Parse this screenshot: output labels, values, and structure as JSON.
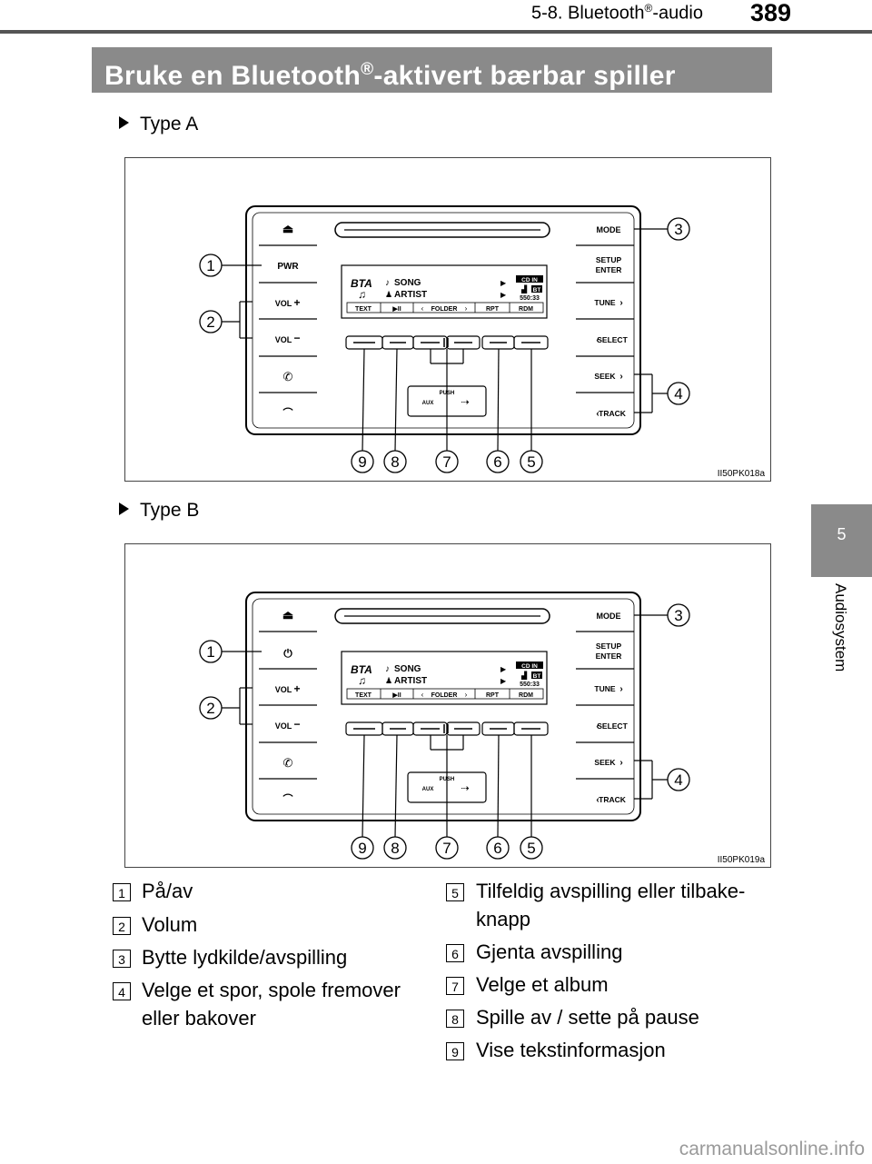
{
  "header": {
    "section": "5-8. Bluetooth",
    "section_sup": "®",
    "section_tail": "-audio",
    "page_number": "389"
  },
  "title": {
    "pre": "Bruke en Bluetooth",
    "sup": "®",
    "post": "-aktivert bærbar spiller"
  },
  "side_tab": {
    "number": "5",
    "label": "Audiosystem"
  },
  "figures": [
    {
      "type_label": "Type A",
      "power_label": "PWR",
      "code": "II50PK018a"
    },
    {
      "type_label": "Type B",
      "power_label": "",
      "code": "II50PK019a"
    }
  ],
  "unit": {
    "left_buttons": [
      "VOL",
      "VOL"
    ],
    "right_buttons": [
      "MODE",
      "SETUP",
      "ENTER",
      "TUNE",
      "SELECT",
      "SEEK",
      "TRACK"
    ],
    "display": {
      "bt": "BTA",
      "song": "SONG",
      "artist": "ARTIST",
      "cd_in": "CD IN",
      "bt_badge": "BT",
      "time": "550:33",
      "softkeys": [
        "TEXT",
        "▶II",
        "FOLDER",
        "RPT",
        "RDM"
      ]
    },
    "aux": {
      "push": "PUSH",
      "aux": "AUX"
    }
  },
  "callouts": [
    "1",
    "2",
    "3",
    "4",
    "5",
    "6",
    "7",
    "8",
    "9"
  ],
  "legend_left": [
    {
      "num": "1",
      "text": "På/av"
    },
    {
      "num": "2",
      "text": "Volum"
    },
    {
      "num": "3",
      "text": "Bytte lydkilde/avspilling"
    },
    {
      "num": "4",
      "text": "Velge et spor, spole fremover eller bakover"
    }
  ],
  "legend_right": [
    {
      "num": "5",
      "text": "Tilfeldig avspilling eller tilbake-knapp"
    },
    {
      "num": "6",
      "text": "Gjenta avspilling"
    },
    {
      "num": "7",
      "text": "Velge et album"
    },
    {
      "num": "8",
      "text": "Spille av / sette på pause"
    },
    {
      "num": "9",
      "text": "Vise tekstinformasjon"
    }
  ],
  "watermark": "carmanualsonline.info"
}
